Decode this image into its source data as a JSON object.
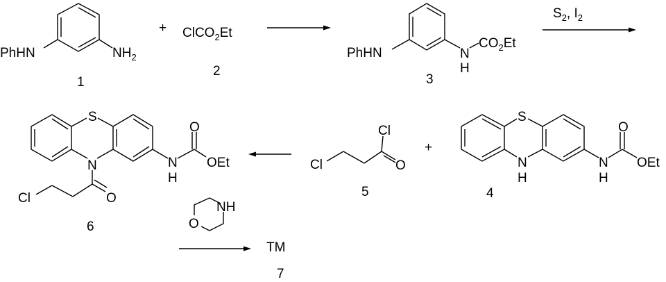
{
  "scheme": {
    "compound1": {
      "left_group": "PhHN",
      "right_group": "NH",
      "right_sub": "2",
      "number": "1"
    },
    "plus1": "+",
    "compound2": {
      "formula_a": "ClCO",
      "formula_sub": "2",
      "formula_b": "Et",
      "number": "2"
    },
    "compound3": {
      "left_group": "PhHN",
      "n": "N",
      "h": "H",
      "group_a": "CO",
      "group_sub": "2",
      "group_b": "Et",
      "number": "3"
    },
    "reagent_step2": {
      "a": "S",
      "a_sub": "2",
      "b": ", I",
      "b_sub": "2"
    },
    "compound4": {
      "s": "S",
      "n": "N",
      "h": "H",
      "carbamate_n": "N",
      "carbamate_h": "H",
      "o": "O",
      "oet": "OEt",
      "number": "4"
    },
    "plus2": "+",
    "compound5": {
      "cl_chain": "Cl",
      "cl_acyl": "Cl",
      "o": "O",
      "number": "5"
    },
    "compound6": {
      "s": "S",
      "n": "N",
      "cl": "Cl",
      "o_acyl": "O",
      "carbamate_n": "N",
      "carbamate_h": "H",
      "o": "O",
      "oet": "OEt",
      "number": "6"
    },
    "morpholine": {
      "nh": "NH",
      "o": "O"
    },
    "product": {
      "label": "TM",
      "number": "7"
    }
  }
}
